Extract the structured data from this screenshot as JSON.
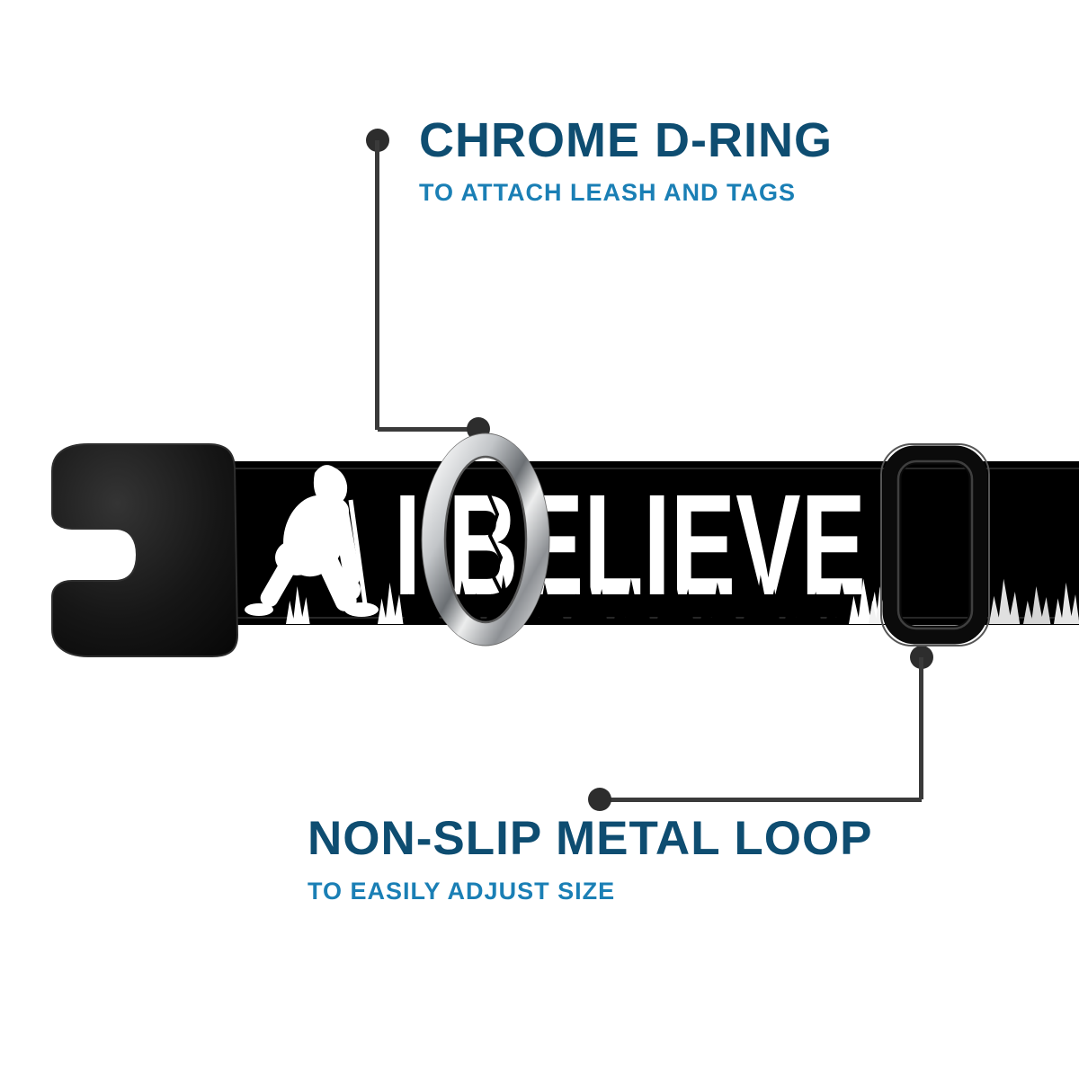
{
  "callouts": {
    "top": {
      "title": "CHROME D-RING",
      "subtitle": "TO ATTACH LEASH AND TAGS"
    },
    "bottom": {
      "title": "NON-SLIP METAL LOOP",
      "subtitle": "TO EASILY ADJUST SIZE"
    }
  },
  "product": {
    "collar_text": "I BELIEVE",
    "design_elements": [
      "bigfoot-silhouette",
      "walking-stick",
      "grass",
      "cracked-letter"
    ],
    "hardware": [
      "side-release-buckle",
      "chrome-d-ring",
      "metal-slider-loop"
    ]
  },
  "colors": {
    "title_blue": "#0e4d71",
    "subtitle_blue": "#1a7fb5",
    "callout_gray": "#3a3a3a",
    "dot_gray": "#2d2d2d",
    "strap_black": "#000000",
    "print_white": "#ffffff",
    "chrome": "#c9c9c9"
  }
}
